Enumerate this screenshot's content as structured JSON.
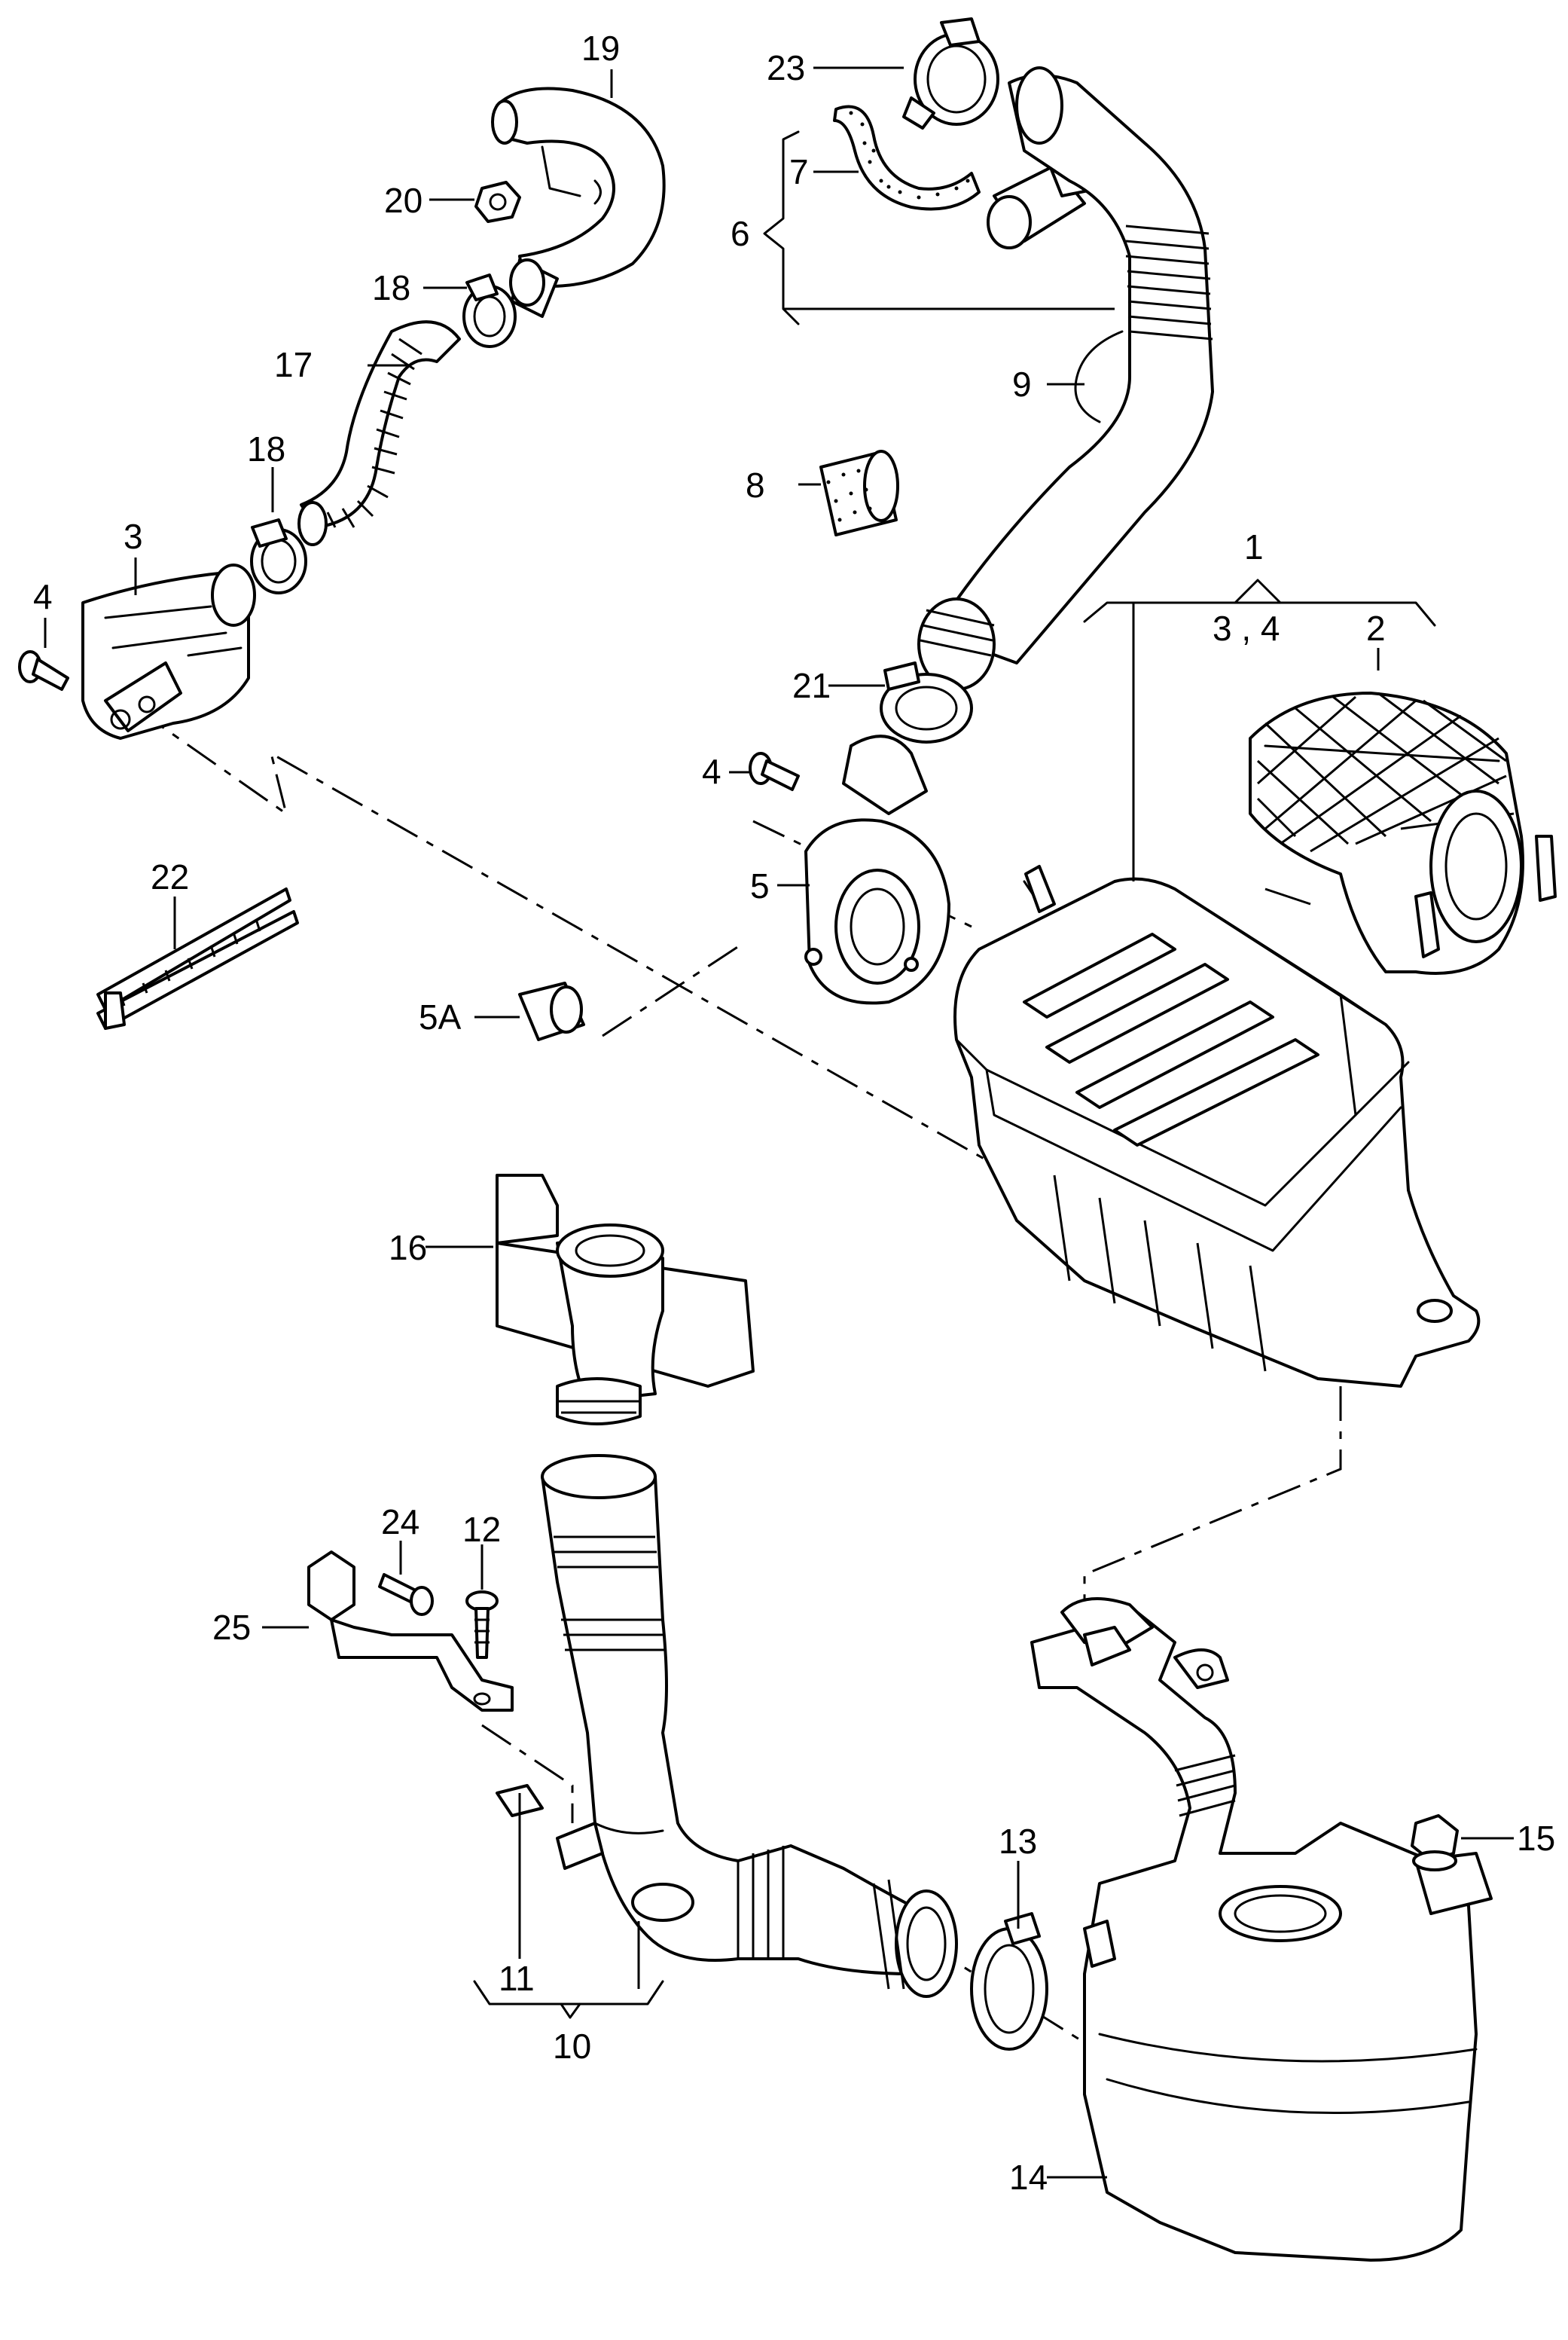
{
  "diagram": {
    "callouts": {
      "c1": "1",
      "c2": "2",
      "c3a": "3",
      "c34": "3 , 4",
      "c4a": "4",
      "c4b": "4",
      "c5": "5",
      "c5A": "5A",
      "c6": "6",
      "c7": "7",
      "c8": "8",
      "c9": "9",
      "c10": "10",
      "c11": "11",
      "c12": "12",
      "c13": "13",
      "c14": "14",
      "c15": "15",
      "c16": "16",
      "c17": "17",
      "c18a": "18",
      "c18b": "18",
      "c19": "19",
      "c20": "20",
      "c21": "21",
      "c22": "22",
      "c23": "23",
      "c24": "24",
      "c25": "25"
    }
  }
}
